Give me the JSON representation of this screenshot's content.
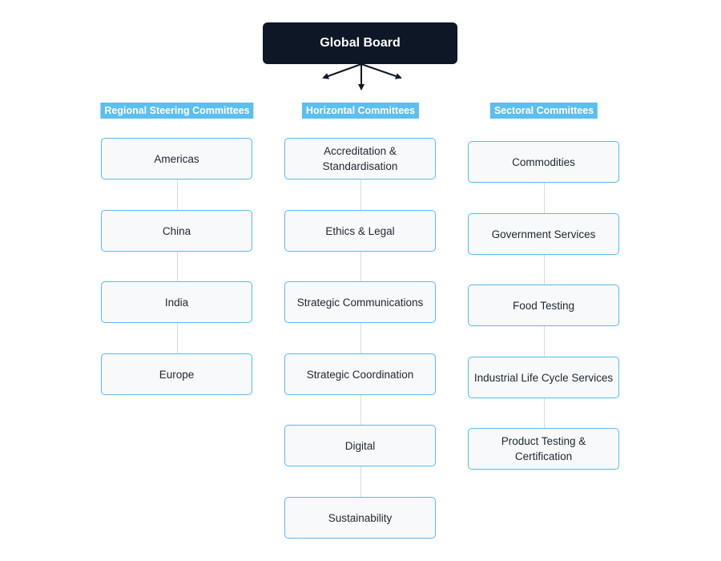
{
  "top": {
    "label": "Global Board"
  },
  "columns": [
    {
      "header": "Regional Steering Committees",
      "items": [
        "Americas",
        "China",
        "India",
        "Europe"
      ]
    },
    {
      "header": "Horizontal Committees",
      "items": [
        "Accreditation & Standardisation",
        "Ethics & Legal",
        "Strategic Communications",
        "Strategic Coordination",
        "Digital",
        "Sustainability"
      ]
    },
    {
      "header": "Sectoral Committees",
      "items": [
        "Commodities",
        "Government Services",
        "Food Testing",
        "Industrial Life Cycle Services",
        "Product Testing & Certification"
      ]
    }
  ],
  "colors": {
    "top_bg": "#0e1726",
    "header_bg": "#5bbff0",
    "node_border": "#54bdee",
    "node_bg": "#f8f9fa",
    "connector": "#d6dbe0"
  }
}
